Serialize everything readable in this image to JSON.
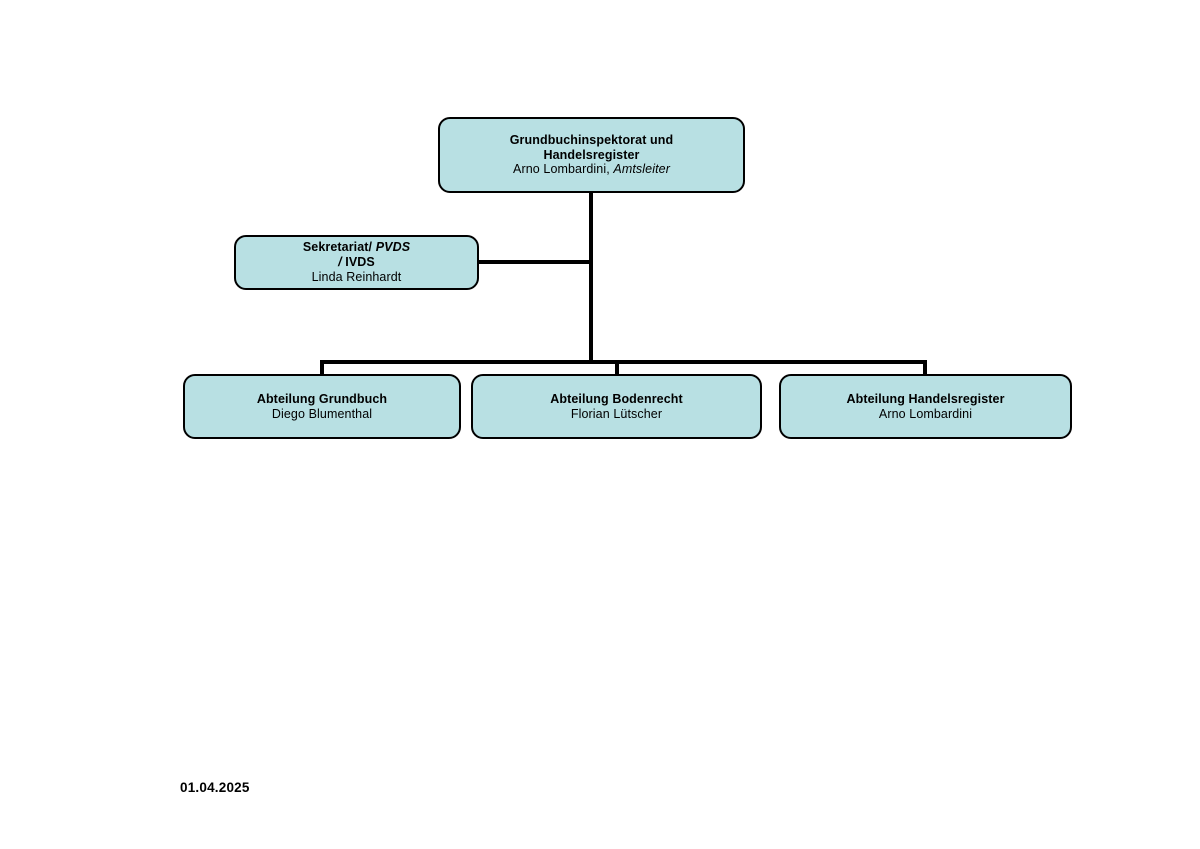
{
  "chart_data": {
    "type": "diagram",
    "diagram_type": "organizational-chart",
    "title": "Grundbuchinspektorat und Handelsregister",
    "date": "01.04.2025",
    "colors": {
      "node_fill": "#b8e0e3",
      "node_border": "#000000",
      "connector": "#000000",
      "background": "#ffffff",
      "text": "#000000"
    },
    "nodes": [
      {
        "id": "root",
        "level": 0,
        "title_line_1": "Grundbuchinspektorat und",
        "title_line_2": "Handelsregister",
        "person": "Arno Lombardini,",
        "role": "Amtsleiter"
      },
      {
        "id": "sekretariat",
        "level": 1,
        "relation": "staff",
        "title_part_1": "Sekretariat/",
        "title_part_2_italic": "PVDS",
        "title_part_3_italic": "/",
        "title_part_4": "IVDS",
        "person": "Linda Reinhardt"
      },
      {
        "id": "dept-grundbuch",
        "level": 2,
        "title": "Abteilung Grundbuch",
        "person": "Diego Blumenthal"
      },
      {
        "id": "dept-bodenrecht",
        "level": 2,
        "title": "Abteilung Bodenrecht",
        "person": "Florian Lütscher"
      },
      {
        "id": "dept-handelsregister",
        "level": 2,
        "title": "Abteilung Handelsregister",
        "person": "Arno Lombardini"
      }
    ],
    "edges": [
      {
        "from": "root",
        "to": "sekretariat",
        "style": "orthogonal"
      },
      {
        "from": "root",
        "to": "dept-grundbuch",
        "style": "orthogonal"
      },
      {
        "from": "root",
        "to": "dept-bodenrecht",
        "style": "orthogonal"
      },
      {
        "from": "root",
        "to": "dept-handelsregister",
        "style": "orthogonal"
      }
    ]
  },
  "root": {
    "title_line_1": "Grundbuchinspektorat und",
    "title_line_2": "Handelsregister",
    "person": "Arno Lombardini,",
    "role": "Amtsleiter"
  },
  "sekretariat": {
    "title_part_1": "Sekretariat/",
    "title_part_2_italic": "PVDS",
    "title_part_3_italic": "/",
    "title_part_4": "IVDS",
    "person": "Linda Reinhardt"
  },
  "departments": [
    {
      "title": "Abteilung Grundbuch",
      "person": "Diego Blumenthal"
    },
    {
      "title": "Abteilung Bodenrecht",
      "person": "Florian Lütscher"
    },
    {
      "title": "Abteilung Handelsregister",
      "person": "Arno Lombardini"
    }
  ],
  "footer": {
    "date": "01.04.2025"
  }
}
